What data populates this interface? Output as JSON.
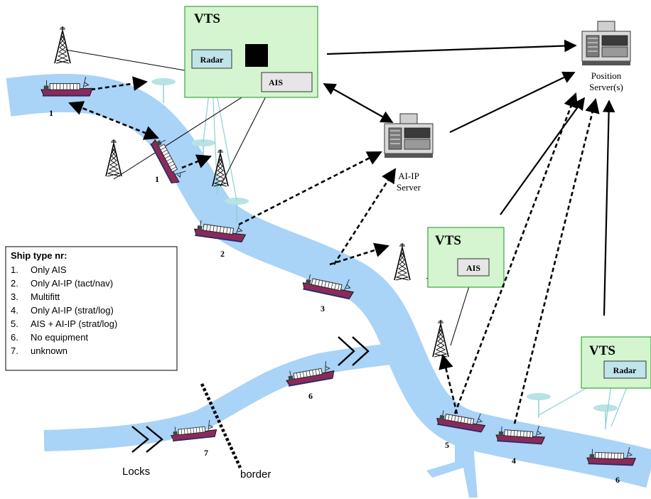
{
  "vts_stations": [
    {
      "title": "VTS",
      "boxes": [
        "Radar",
        "AIS"
      ]
    },
    {
      "title": "VTS",
      "boxes": [
        "AIS"
      ]
    },
    {
      "title": "VTS",
      "boxes": [
        "Radar"
      ]
    }
  ],
  "servers": {
    "position": "Position Server(s)",
    "position_lines": [
      "Position",
      "Server(s)"
    ],
    "aiip_lines": [
      "AI-IP",
      "Server"
    ]
  },
  "ship_numbers": [
    "1",
    "1",
    "2",
    "3",
    "6",
    "7",
    "5",
    "4",
    "6"
  ],
  "labels": {
    "locks": "Locks",
    "border": "border"
  },
  "legend": {
    "title": "Ship type nr:",
    "items": [
      {
        "num": "1.",
        "text": "Only AIS"
      },
      {
        "num": "2.",
        "text": "Only AI-IP (tact/nav)"
      },
      {
        "num": "3.",
        "text": "Multifitt"
      },
      {
        "num": "4.",
        "text": "Only AI-IP (strat/log)"
      },
      {
        "num": "5.",
        "text": "AIS + AI-IP (strat/log)"
      },
      {
        "num": "6.",
        "text": "No equipment"
      },
      {
        "num": "7.",
        "text": "unknown"
      }
    ]
  },
  "colors": {
    "river": "#a9d3f7",
    "vts_box": "#d4f5cf",
    "vts_border": "#38a838",
    "ais_box": "#e6e6e6",
    "radar_box": "#bfe4ea",
    "antenna": "#b8e2e4",
    "ship_hull": "#8a2a5a"
  }
}
